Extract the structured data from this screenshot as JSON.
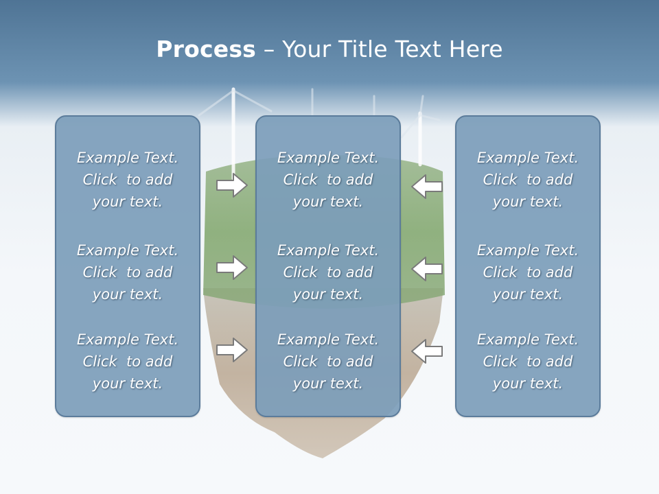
{
  "slide": {
    "title_bold": "Process",
    "title_rest": " – Your Title Text Here",
    "colors": {
      "header_top": "#4f7495",
      "panel_fill": "#7c9dba",
      "panel_border": "#5b7c9b",
      "arrow_fill": "#ffffff",
      "arrow_stroke": "#7a7a7a"
    }
  },
  "columns": [
    {
      "items": [
        {
          "line1": "Example Text.",
          "line2": "Click  to add",
          "line3": "your text."
        },
        {
          "line1": "Example Text.",
          "line2": "Click  to add",
          "line3": "your text."
        },
        {
          "line1": "Example Text.",
          "line2": "Click  to add",
          "line3": "your text."
        }
      ]
    },
    {
      "items": [
        {
          "line1": "Example Text.",
          "line2": "Click  to add",
          "line3": "your text."
        },
        {
          "line1": "Example Text.",
          "line2": "Click  to add",
          "line3": "your text."
        },
        {
          "line1": "Example Text.",
          "line2": "Click  to add",
          "line3": "your text."
        }
      ]
    },
    {
      "items": [
        {
          "line1": "Example Text.",
          "line2": "Click  to add",
          "line3": "your text."
        },
        {
          "line1": "Example Text.",
          "line2": "Click  to add",
          "line3": "your text."
        },
        {
          "line1": "Example Text.",
          "line2": "Click  to add",
          "line3": "your text."
        }
      ]
    }
  ],
  "icons": {
    "left_arrows": "arrow-right-icon",
    "right_arrows": "arrow-left-icon",
    "background": "floating-island-wind-turbines-image"
  }
}
